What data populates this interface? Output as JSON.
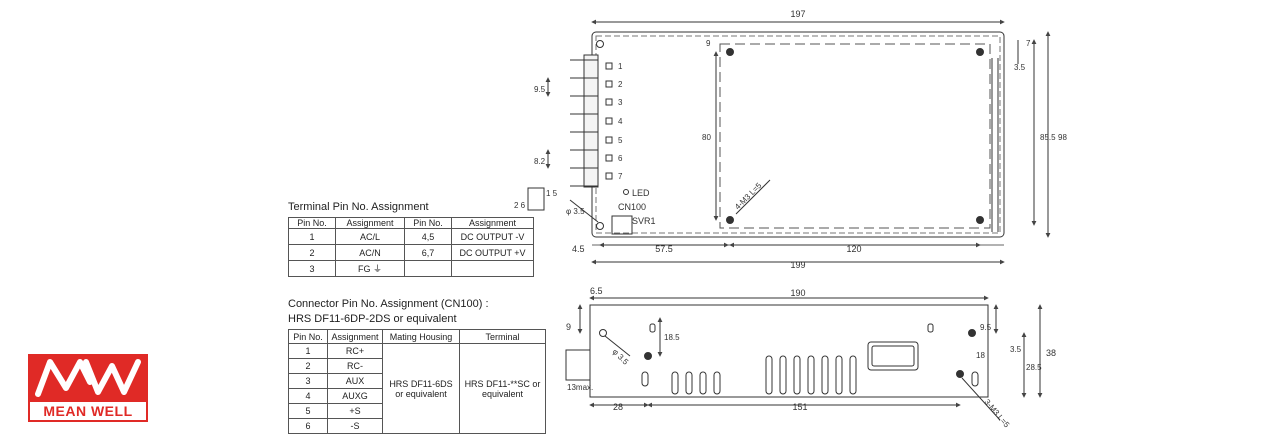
{
  "logo": {
    "brand": "MEAN WELL"
  },
  "terminal": {
    "title": "Terminal Pin No.  Assignment",
    "headers": [
      "Pin No.",
      "Assignment",
      "Pin No.",
      "Assignment"
    ],
    "rows": [
      [
        "1",
        "AC/L",
        "4,5",
        "DC OUTPUT -V"
      ],
      [
        "2",
        "AC/N",
        "6,7",
        "DC OUTPUT +V"
      ],
      [
        "3",
        "FG ⏚",
        "",
        ""
      ]
    ]
  },
  "connector": {
    "title_line1": "Connector Pin No. Assignment (CN100) :",
    "title_line2": "HRS DF11-6DP-2DS or equivalent",
    "headers": [
      "Pin No.",
      "Assignment",
      "Mating Housing",
      "Terminal"
    ],
    "pins": [
      [
        "1",
        "RC+"
      ],
      [
        "2",
        "RC-"
      ],
      [
        "3",
        "AUX"
      ],
      [
        "4",
        "AUXG"
      ],
      [
        "5",
        "+S"
      ],
      [
        "6",
        "-S"
      ]
    ],
    "housing": "HRS DF11-6DS or equivalent",
    "terminal": "HRS DF11-**SC or equivalent"
  },
  "top_view": {
    "dims": {
      "d197": "197",
      "d9": "9",
      "d7": "7",
      "d35": "3.5",
      "d98": "98",
      "d855": "85.5",
      "d80": "80",
      "d95": "9.5",
      "d82": "8.2",
      "d45": "4.5",
      "d575": "57.5",
      "d120": "120",
      "d199": "199",
      "hole": "φ 3.5",
      "screw": "4-M3 L=5"
    },
    "pins": [
      "1",
      "2",
      "3",
      "4",
      "5",
      "6",
      "7"
    ],
    "led": "LED",
    "cn100": "CN100",
    "svr1": "SVR1",
    "cn_top": "1  5",
    "cn_side": "2  6"
  },
  "side_view": {
    "dims": {
      "d65": "6.5",
      "d190": "190",
      "d9": "9",
      "d185": "18.5",
      "hole": "φ 3.5",
      "d95": "9.5",
      "d18": "18",
      "d35": "3.5",
      "d285": "28.5",
      "d38": "38",
      "d28": "28",
      "d151": "151",
      "max13": "13max.",
      "screw": "3-M3 L=5"
    }
  }
}
